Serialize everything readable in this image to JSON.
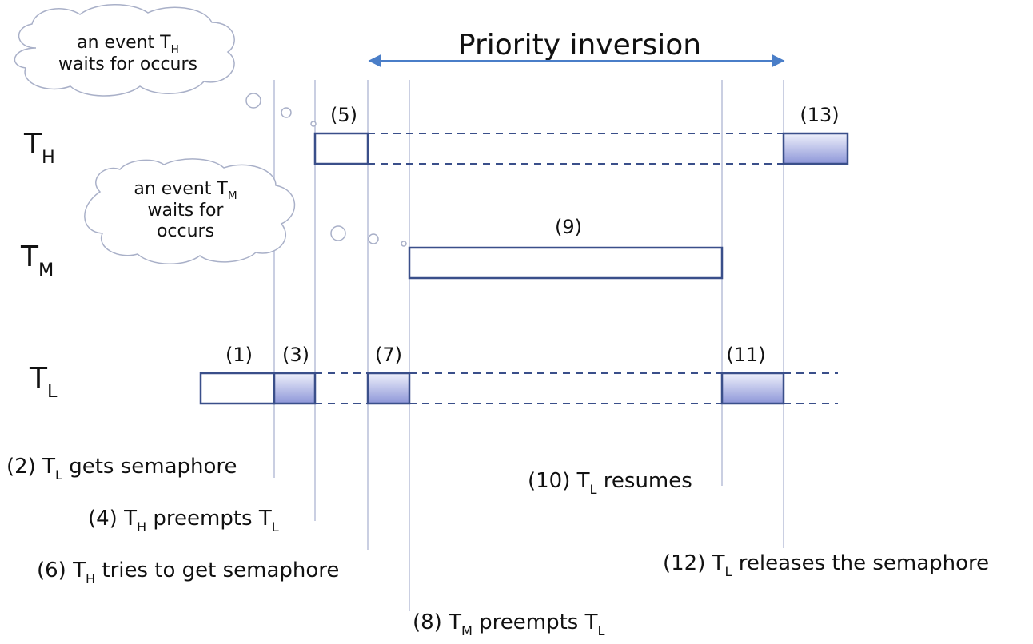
{
  "title": "Priority inversion",
  "tasks": {
    "high": {
      "base": "T",
      "sub": "H"
    },
    "medium": {
      "base": "T",
      "sub": "M"
    },
    "low": {
      "base": "T",
      "sub": "L"
    }
  },
  "clouds": {
    "high": {
      "line1": "an event T",
      "line1_sub": "H",
      "line2": "waits for occurs"
    },
    "medium": {
      "line1": "an event T",
      "line1_sub": "M",
      "line2": "waits for",
      "line3": "occurs"
    }
  },
  "blocks": {
    "b1": {
      "label": "(1)"
    },
    "b3": {
      "label": "(3)"
    },
    "b5": {
      "label": "(5)"
    },
    "b7": {
      "label": "(7)"
    },
    "b9": {
      "label": "(9)"
    },
    "b11": {
      "label": "(11)"
    },
    "b13": {
      "label": "(13)"
    }
  },
  "events": {
    "e2": {
      "prefix": "(2) T",
      "sub": "L",
      "suffix": " gets semaphore"
    },
    "e4": {
      "prefix": "(4) T",
      "sub": "H",
      "mid": " preempts T",
      "sub2": "L"
    },
    "e6": {
      "prefix": "(6) T",
      "sub": "H",
      "suffix": " tries to get semaphore"
    },
    "e8": {
      "prefix": "(8) T",
      "sub": "M",
      "mid": " preempts T",
      "sub2": "L"
    },
    "e10": {
      "prefix": "(10) T",
      "sub": "L",
      "suffix": " resumes"
    },
    "e12": {
      "prefix": "(12) T",
      "sub": "L",
      "suffix": " releases the semaphore"
    }
  },
  "colors": {
    "block_border": "#3a4f8a",
    "block_fill_gradient_top": "#eef0fb",
    "block_fill_gradient_bottom": "#8d96d8",
    "guide_line": "#b8bfd8",
    "arrow": "#4a7ec8"
  }
}
